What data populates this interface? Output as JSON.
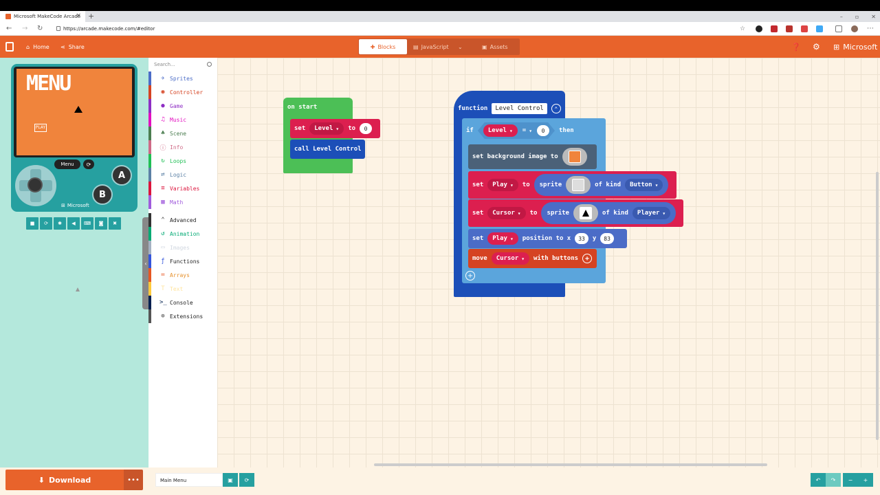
{
  "browser": {
    "tab_title": "Microsoft MakeCode Arcade",
    "url": "https://arcade.makecode.com/#editor"
  },
  "header": {
    "home_label": "Home",
    "share_label": "Share",
    "brand": "Microsoft",
    "modes": {
      "blocks": "Blocks",
      "javascript": "JavaScript",
      "assets": "Assets"
    }
  },
  "simulator": {
    "screen_title": "MENU",
    "play_sprite_text": "PLAY",
    "menu_button": "Menu",
    "button_a": "A",
    "button_b": "B",
    "brand": "Microsoft"
  },
  "toolbox": {
    "search_placeholder": "Search...",
    "categories": [
      {
        "label": "Sprites",
        "color": "#4b6cc7"
      },
      {
        "label": "Controller",
        "color": "#d54322"
      },
      {
        "label": "Game",
        "color": "#8e2ec4"
      },
      {
        "label": "Music",
        "color": "#e30fc0"
      },
      {
        "label": "Scene",
        "color": "#4b7d50"
      },
      {
        "label": "Info",
        "color": "#cf6a87"
      },
      {
        "label": "Loops",
        "color": "#20bf55"
      },
      {
        "label": "Logic",
        "color": "#5b80a5"
      },
      {
        "label": "Variables",
        "color": "#dc143c"
      },
      {
        "label": "Math",
        "color": "#a05bdc"
      },
      {
        "label": "Advanced",
        "color": "#333333"
      },
      {
        "label": "Animation",
        "color": "#03aa74"
      },
      {
        "label": "Images",
        "color": "#a5b1c2"
      },
      {
        "label": "Functions",
        "color": "#3455db"
      },
      {
        "label": "Arrays",
        "color": "#e65722"
      },
      {
        "label": "Text",
        "color": "#ffc93c"
      },
      {
        "label": "Console",
        "color": "#002050"
      },
      {
        "label": "Extensions",
        "color": "#555555"
      }
    ]
  },
  "blocks": {
    "on_start": {
      "hat": "on start",
      "set_kw": "set",
      "var": "Level",
      "to_kw": "to",
      "value": "0",
      "call": "call Level Control"
    },
    "function": {
      "kw": "function",
      "name": "Level Control",
      "if_kw": "if",
      "if_var": "Level",
      "op": "=",
      "if_value": "0",
      "then_kw": "then",
      "bg_label": "set background image to",
      "set1_kw": "set",
      "set1_var": "Play",
      "to_kw": "to",
      "sprite_kw": "sprite",
      "of_kind_kw": "of kind",
      "set1_kind": "Button",
      "set2_var": "Cursor",
      "set2_kind": "Player",
      "pos_set_kw": "set",
      "pos_var": "Play",
      "pos_label": "position to x",
      "pos_x": "33",
      "pos_y_kw": "y",
      "pos_y": "83",
      "move_kw": "move",
      "move_var": "Cursor",
      "move_label": "with buttons"
    }
  },
  "footer": {
    "download": "Download",
    "project_name": "Main Menu"
  }
}
